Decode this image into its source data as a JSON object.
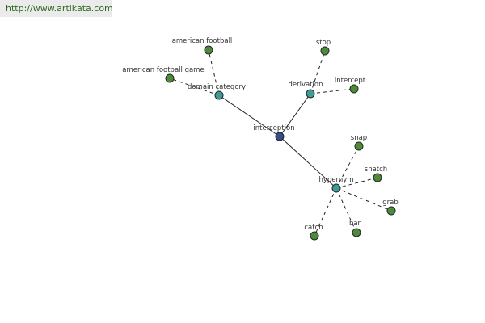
{
  "source_url": "http://www.artikata.com",
  "colors": {
    "root": "#3a4a8a",
    "relation": "#3f9a9a",
    "leaf": "#4f8a3c",
    "banner_bg": "#ebebeb",
    "banner_text": "#2d6a1e"
  },
  "graph": {
    "root": "interception",
    "relations": [
      {
        "id": "domain-category",
        "label": "domain category",
        "terms": [
          "american football",
          "american football game"
        ]
      },
      {
        "id": "derivation",
        "label": "derivation",
        "terms": [
          "stop",
          "intercept"
        ]
      },
      {
        "id": "hypernym",
        "label": "hypernym",
        "terms": [
          "snap",
          "snatch",
          "grab",
          "bar",
          "catch"
        ]
      }
    ]
  }
}
